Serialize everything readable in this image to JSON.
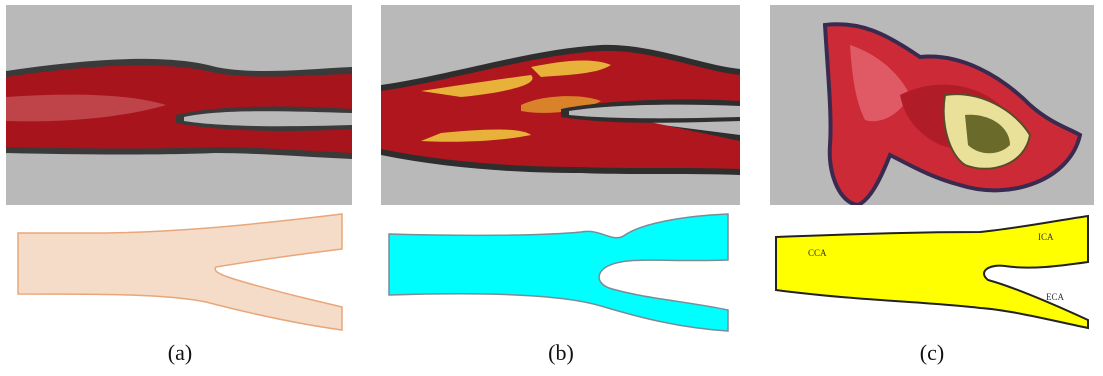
{
  "figure": {
    "panels": [
      {
        "caption": "(a)",
        "model_fill": "#f5dcc8",
        "model_stroke": "#e8a77a",
        "model_labels": []
      },
      {
        "caption": "(b)",
        "model_fill": "#00ffff",
        "model_stroke": "#7a8c96",
        "model_labels": []
      },
      {
        "caption": "(c)",
        "model_fill": "#ffff00",
        "model_stroke": "#222222",
        "model_labels": [
          "CCA",
          "ICA",
          "ECA"
        ]
      }
    ],
    "colors": {
      "photo_background": "#b9b9b9",
      "vessel_red": "#b3141e",
      "plaque_yellow": "#e8b23a"
    }
  }
}
